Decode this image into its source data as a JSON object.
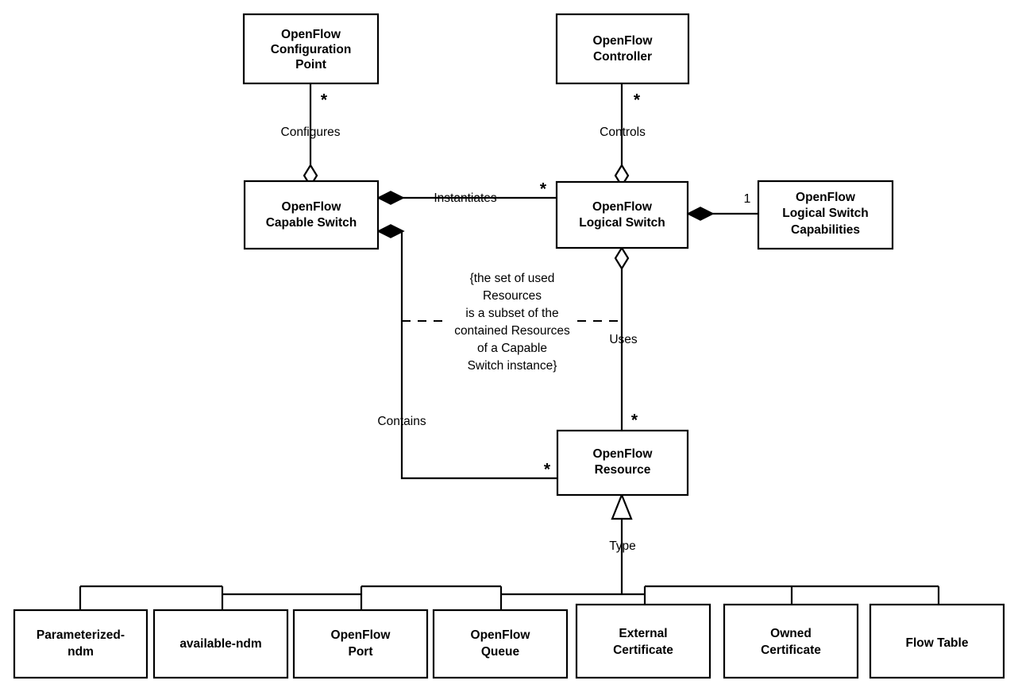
{
  "diagram": {
    "title": "OpenFlow Configuration and Management Class Diagram",
    "type": "uml-class-diagram",
    "background_color": "#ffffff",
    "line_color": "#000000"
  },
  "classes": {
    "config_point": {
      "name": "openflow-configuration-point",
      "line1": "OpenFlow",
      "line2": "Configuration",
      "line3": "Point"
    },
    "controller": {
      "name": "openflow-controller",
      "line1": "OpenFlow",
      "line2": "Controller"
    },
    "capable_switch": {
      "name": "openflow-capable-switch",
      "line1": "OpenFlow",
      "line2": "Capable Switch"
    },
    "logical_switch": {
      "name": "openflow-logical-switch",
      "line1": "OpenFlow",
      "line2": "Logical Switch"
    },
    "capabilities": {
      "name": "openflow-logical-switch-capabilities",
      "line1": "OpenFlow",
      "line2": "Logical Switch",
      "line3": "Capabilities"
    },
    "resource": {
      "name": "openflow-resource",
      "line1": "OpenFlow",
      "line2": "Resource"
    }
  },
  "subclasses": [
    {
      "id": "parameterized-ndm",
      "line1": "Parameterized-",
      "line2": "ndm"
    },
    {
      "id": "available-ndm",
      "line1": "available-ndm",
      "line2": ""
    },
    {
      "id": "openflow-port",
      "line1": "OpenFlow",
      "line2": "Port"
    },
    {
      "id": "openflow-queue",
      "line1": "OpenFlow",
      "line2": "Queue"
    },
    {
      "id": "external-certificate",
      "line1": "External",
      "line2": "Certificate"
    },
    {
      "id": "owned-certificate",
      "line1": "Owned",
      "line2": "Certificate"
    },
    {
      "id": "flow-table",
      "line1": "Flow Table",
      "line2": ""
    }
  ],
  "associations": {
    "configures": {
      "label": "Configures",
      "multiplicity": "*"
    },
    "controls": {
      "label": "Controls",
      "multiplicity": "*"
    },
    "instantiates": {
      "label": "Instantiates",
      "multiplicity": "*"
    },
    "capabilities_link": {
      "label": "",
      "multiplicity": "1"
    },
    "uses": {
      "label": "Uses",
      "multiplicity": "*"
    },
    "contains": {
      "label": "Contains",
      "multiplicity": "*"
    },
    "type": {
      "label": "Type",
      "multiplicity": ""
    }
  },
  "constraint_note": {
    "line1": "{the set of used",
    "line2": "Resources",
    "line3": "is a subset of the",
    "line4": "contained Resources",
    "line5": "of a Capable",
    "line6": "Switch instance}"
  }
}
